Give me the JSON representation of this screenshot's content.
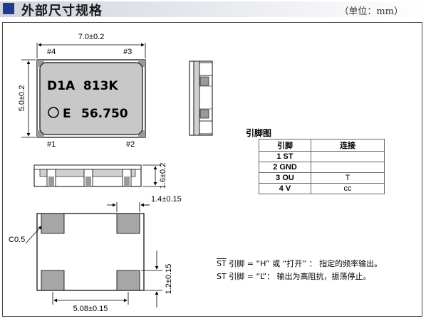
{
  "header": {
    "title": "外部尺寸规格",
    "unit": "（单位：mm）"
  },
  "top_view": {
    "width_dim": "7.0±0.2",
    "height_dim": "5.0±0.2",
    "pin1": "#1",
    "pin2": "#2",
    "pin3": "#3",
    "pin4": "#4",
    "marking_line1": "D1A  813K",
    "marking_line2_prefix": "E",
    "marking_line2_value": "56.750"
  },
  "front_view": {
    "thickness_dim": "1.6±0.2"
  },
  "bottom_view": {
    "pad_width_dim": "1.4±0.15",
    "chamfer": "C0.5",
    "pad_height_dim": "1.2±0.15",
    "pad_pitch_dim": "5.08±0.15"
  },
  "pin_table": {
    "title": "引脚图",
    "headers": [
      "引脚",
      "连接"
    ],
    "rows": [
      {
        "pin": "1 ST",
        "connection": ""
      },
      {
        "pin": "2 GND",
        "connection": ""
      },
      {
        "pin": "3 OU",
        "connection": "T"
      },
      {
        "pin": "4 V",
        "connection": "cc"
      }
    ]
  },
  "notes": {
    "line1_st": "ST",
    "line1_text": " 引脚 = “H” 或 “打开” ： 指定的频率输出。",
    "line2_st": "ST",
    "line2_text": " 引脚 = “L”： 输出为高阻抗，振荡停止。"
  }
}
